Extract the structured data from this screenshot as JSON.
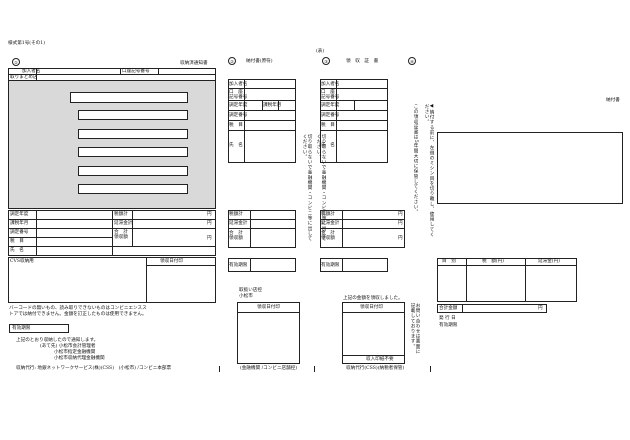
{
  "form": {
    "form_no": "様式第1号(その1)",
    "mid_mark": "(表)",
    "circles": [
      "①",
      "②",
      "③",
      "④"
    ]
  },
  "slip1": {
    "title": "収納済通知書",
    "payer_label": "加入者名",
    "account_label": "口座記号番号",
    "recipient_label": "取りまとめ店",
    "rows": [
      "調定年度",
      "課税年月",
      "調定番号",
      "税　目",
      "氏　名"
    ],
    "sums": [
      "税額計",
      "延滞金計",
      "合　計\n領収額"
    ],
    "unit": "円",
    "cvs_label": "CVS収納用",
    "date_label": "領収日付印",
    "note": "バーコードの無いもの、読み取りできないものはコンビニエンスストアでは納付できません。金額を訂正したものは使用できません。",
    "due_label": "有効期限",
    "handled_by": "上記のとおり収納したので通知します。",
    "designated": "(あて先) 小松市会計管理者",
    "bank1": "小松市指定金融機関",
    "bank2": "小松市収納代理金融機関",
    "agent": "収納代行: 地銀ネットワークサービス(株)(CSS)　(小松市) /コンビニ本部票"
  },
  "slip2": {
    "title": "納付書(原符)",
    "rows": [
      "加入者名",
      "口　座\n記号番号",
      "調定年度",
      "課税年月",
      "調定番号",
      "税　目",
      "氏　名"
    ],
    "sums": [
      "税額計",
      "延滞金計",
      "合　計\n領収額"
    ],
    "due_label": "有効期限",
    "vertical_note": "切り取らないで金融機関・コンビニ等に出してください。",
    "keep1": "取扱い店控",
    "keep2": "小松市",
    "date_label": "領収日付印",
    "footer": "(金融機関 /コンビニ店舗控)"
  },
  "slip3": {
    "title": "領　収　証　書",
    "rows": [
      "加入者名",
      "口　座\n記号番号",
      "調定年度",
      "調定番号",
      "税　目",
      "氏　名"
    ],
    "sums": [
      "税額計",
      "延滞金計",
      "合　計\n領収額"
    ],
    "due_label": "有効期限",
    "vertical_note": "切り取らないで金融機関・コンビニ等に出してください。",
    "received": "上記の金額を領収しました。",
    "date_label": "領収日付印",
    "stamp_note": "収入印紙不要",
    "footer": "収納代行(CSS)(納税者保管)",
    "side_note": "お問い合わせは裏面に記載しております。"
  },
  "right": {
    "vertical_notes": [
      "◀納付する前に、左側のミシン目を切り離し、使用してください。",
      "この領収証書は5年間大切に保管してください。"
    ],
    "slip_title": "納付書",
    "table_headers": [
      "目　別",
      "税　額(円)",
      "延滞金(円)"
    ],
    "total_label": "合計金額",
    "unit": "円",
    "issue_date": "発 行 日",
    "due_label": "有効期限"
  }
}
